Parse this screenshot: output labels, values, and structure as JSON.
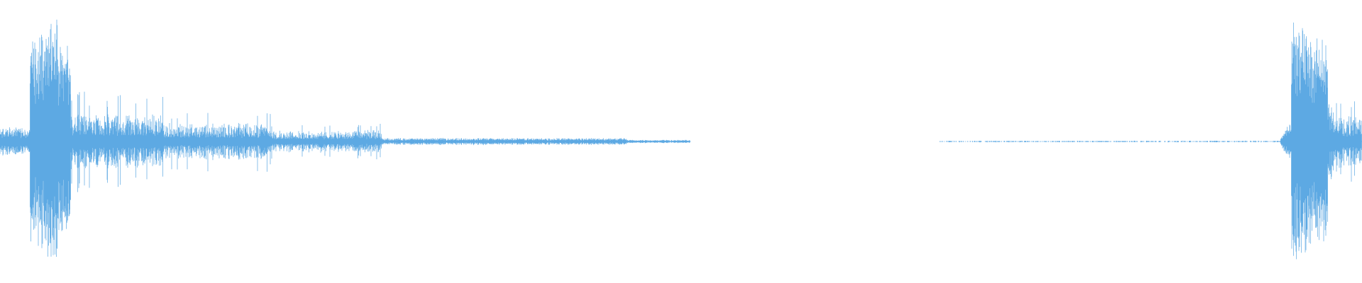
{
  "waveform": {
    "color": "#5DA9E3",
    "background": "#FFFFFF",
    "duration_fraction": 1.0,
    "envelope": [
      {
        "start": 0.0,
        "end": 0.022,
        "amp": 0.1,
        "kind": "noise"
      },
      {
        "start": 0.022,
        "end": 0.028,
        "amp": 0.72,
        "kind": "burst"
      },
      {
        "start": 0.028,
        "end": 0.035,
        "amp": 0.78,
        "kind": "burst"
      },
      {
        "start": 0.035,
        "end": 0.042,
        "amp": 0.86,
        "kind": "burst"
      },
      {
        "start": 0.042,
        "end": 0.052,
        "amp": 0.66,
        "kind": "burst"
      },
      {
        "start": 0.052,
        "end": 0.065,
        "amp": 0.22,
        "kind": "decay"
      },
      {
        "start": 0.065,
        "end": 0.12,
        "amp": 0.2,
        "kind": "decay"
      },
      {
        "start": 0.12,
        "end": 0.2,
        "amp": 0.13,
        "kind": "decay"
      },
      {
        "start": 0.2,
        "end": 0.28,
        "amp": 0.08,
        "kind": "decay"
      },
      {
        "start": 0.28,
        "end": 0.46,
        "amp": 0.025,
        "kind": "tail"
      },
      {
        "start": 0.46,
        "end": 0.507,
        "amp": 0.012,
        "kind": "tail"
      },
      {
        "start": 0.507,
        "end": 0.69,
        "amp": 0.0,
        "kind": "silence"
      },
      {
        "start": 0.69,
        "end": 0.94,
        "amp": 0.006,
        "kind": "sparse"
      },
      {
        "start": 0.94,
        "end": 0.948,
        "amp": 0.06,
        "kind": "rise"
      },
      {
        "start": 0.948,
        "end": 0.96,
        "amp": 0.84,
        "kind": "burst"
      },
      {
        "start": 0.96,
        "end": 0.975,
        "amp": 0.74,
        "kind": "burst"
      },
      {
        "start": 0.975,
        "end": 0.985,
        "amp": 0.28,
        "kind": "decay"
      },
      {
        "start": 0.985,
        "end": 1.0,
        "amp": 0.18,
        "kind": "decay"
      }
    ]
  }
}
